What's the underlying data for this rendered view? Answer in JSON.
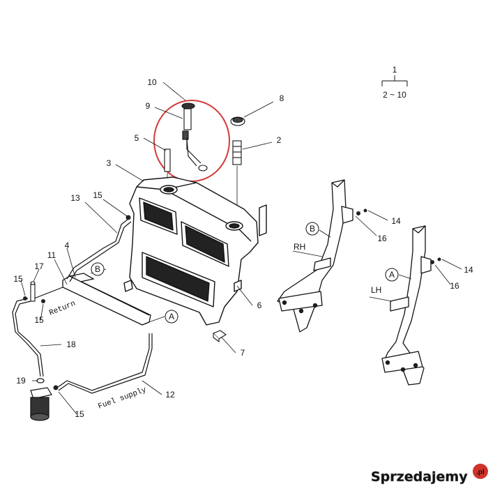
{
  "diagram": {
    "legend": {
      "top": "1",
      "bottom": "2 ~ 10"
    },
    "callouts": {
      "n2": "2",
      "n3": "3",
      "n4": "4",
      "n5": "5",
      "n6": "6",
      "n7": "7",
      "n8": "8",
      "n9": "9",
      "n10": "10",
      "n11": "11",
      "n12": "12",
      "n13": "13",
      "n14a": "14",
      "n14b": "14",
      "n15a": "15",
      "n15b": "15",
      "n15c": "15",
      "n15d": "15",
      "n16a": "16",
      "n16b": "16",
      "n17": "17",
      "n18": "18",
      "n19": "19"
    },
    "circle_refs": {
      "a1": "A",
      "a2": "A",
      "b1": "B",
      "b2": "B"
    },
    "side_labels": {
      "rh": "RH",
      "lh": "LH"
    },
    "line_labels": {
      "return": "Return",
      "fuel_supply": "Fuel supply"
    }
  },
  "watermark": {
    "text": "Sprzedajemy",
    "suffix": ".pl",
    "badge_color": "#d0322c"
  },
  "colors": {
    "highlight_ring": "#d23a3a",
    "line": "#1a1a1a"
  }
}
